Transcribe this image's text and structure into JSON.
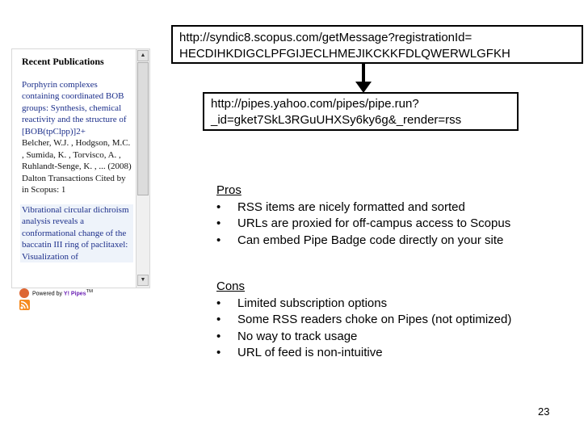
{
  "widget": {
    "heading": "Recent Publications",
    "publications": [
      {
        "title": "Porphyrin complexes containing coordinated BOB groups: Synthesis, chemical reactivity and the structure of [BOB(tpClpp)]2+",
        "meta": "Belcher, W.J. , Hodgson, M.C. , Sumida, K. , Torvisco, A. , Ruhlandt-Senge, K. , ... (2008) Dalton Transactions Cited by in Scopus: 1"
      },
      {
        "title": "Vibrational circular dichroism analysis reveals a conformational change of the baccatin III ring of paclitaxel: Visualization of",
        "meta": ""
      }
    ],
    "badge_text": "Powered by",
    "badge_brand": "Y! Pipes",
    "badge_tm": "TM",
    "scroll_up_glyph": "▲",
    "scroll_down_glyph": "▼"
  },
  "urls": {
    "top": [
      "http://syndic8.scopus.com/getMessage?registrationId=",
      "HECDIHKDIGCLPFGIJECLHMEJIKCKKFDLQWERWLGFKH"
    ],
    "bottom": [
      "http://pipes.yahoo.com/pipes/pipe.run?",
      "_id=gket7SkL3RGuUHXSy6ky6g&_render=rss"
    ]
  },
  "pros": {
    "title": "Pros",
    "items": [
      "RSS items are nicely formatted and sorted",
      "URLs are proxied for off-campus access to Scopus",
      "Can embed Pipe Badge code directly on your site"
    ]
  },
  "cons": {
    "title": "Cons",
    "items": [
      "Limited subscription options",
      "Some RSS readers choke on Pipes (not optimized)",
      "No way to track usage",
      "URL of feed is non-intuitive"
    ]
  },
  "bullet_glyph": "•",
  "page_number": "23",
  "colors": {
    "link": "#1b2e8a",
    "rss": "#f58a1f"
  }
}
